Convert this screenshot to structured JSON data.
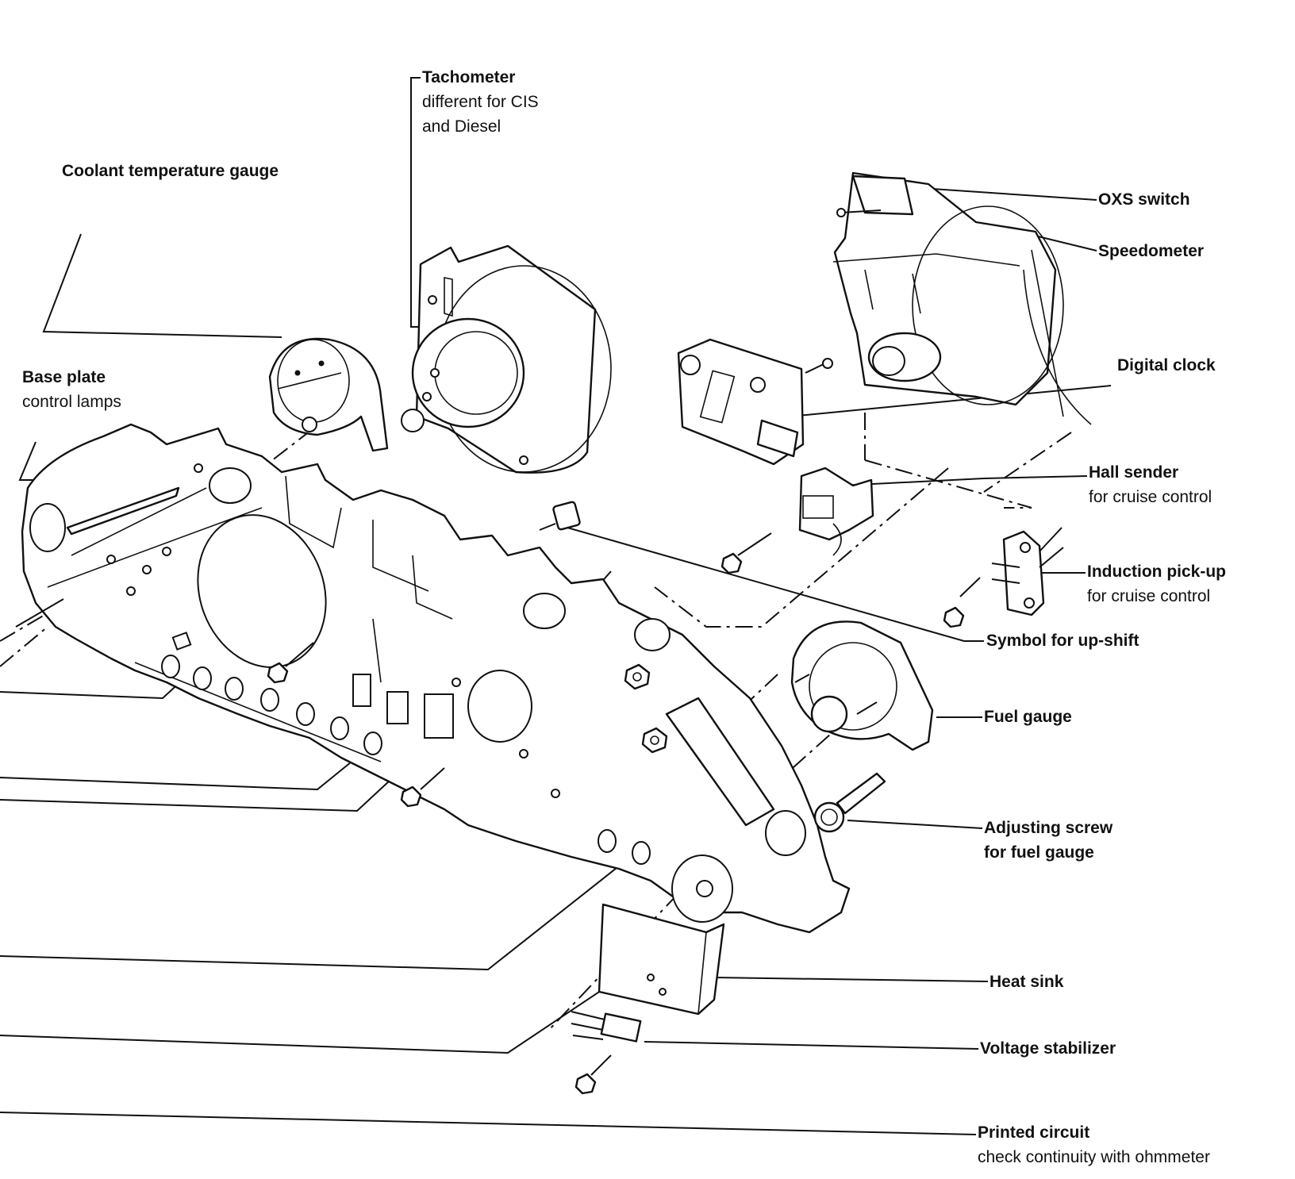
{
  "labels": {
    "tachometer": {
      "name": "Tachometer",
      "desc1": "different for CIS",
      "desc2": "and Diesel"
    },
    "coolant": {
      "name": "Coolant temperature gauge"
    },
    "base_plate": {
      "name": "Base plate",
      "desc": "control lamps"
    },
    "oxs_switch": {
      "name": "OXS switch"
    },
    "speedometer": {
      "name": "Speedometer"
    },
    "digital_clock": {
      "name": "Digital clock"
    },
    "hall_sender": {
      "name": "Hall sender",
      "desc": "for cruise control"
    },
    "induction_pickup": {
      "name": "Induction pick-up",
      "desc": "for cruise control"
    },
    "upshift_symbol": {
      "name": "Symbol for up-shift"
    },
    "fuel_gauge": {
      "name": "Fuel gauge"
    },
    "adjusting_screw": {
      "name": "Adjusting screw",
      "desc": "for fuel gauge"
    },
    "heat_sink": {
      "name": "Heat sink"
    },
    "voltage_stabilizer": {
      "name": "Voltage stabilizer"
    },
    "printed_circuit": {
      "name": "Printed circuit",
      "desc": "check continuity with ohmmeter"
    }
  },
  "colors": {
    "ink": "#111111",
    "paper": "#ffffff"
  }
}
